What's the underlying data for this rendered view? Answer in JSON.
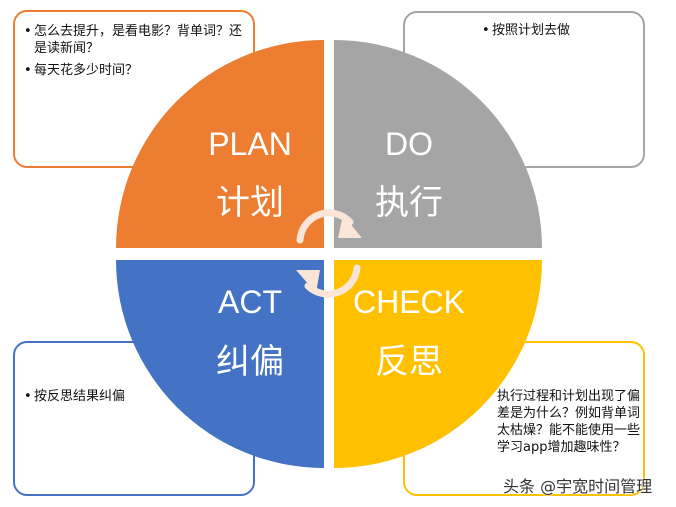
{
  "plan": {
    "en": "PLAN",
    "zh": "计划",
    "color": "#ED7D31",
    "notes": [
      "怎么去提升，是看电影？背单词？还是读新闻？",
      "每天花多少时间？"
    ]
  },
  "do": {
    "en": "DO",
    "zh": "执行",
    "color": "#A5A5A5",
    "notes": [
      "按照计划去做"
    ]
  },
  "check": {
    "en": "CHECK",
    "zh": "反思",
    "color": "#FFC000",
    "note": "执行过程和计划出现了偏差是为什么？例如背单词太枯燥？能不能使用一些学习app增加趣味性？"
  },
  "act": {
    "en": "ACT",
    "zh": "纠偏",
    "color": "#4472C4",
    "notes": [
      "按反思结果纠偏"
    ]
  },
  "watermark": "头条 @宇宽时间管理"
}
